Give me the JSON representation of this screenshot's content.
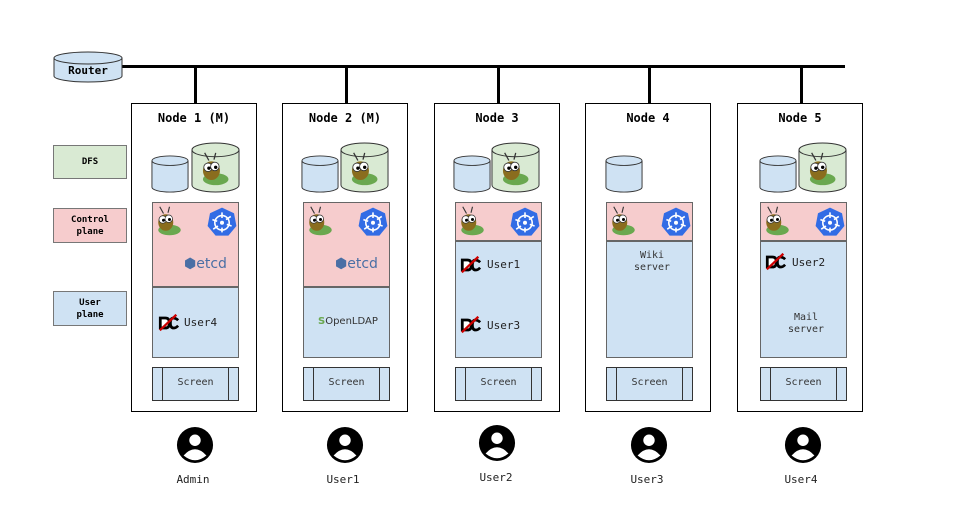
{
  "router": {
    "label": "Router"
  },
  "legend": {
    "dfs": "DFS",
    "control_plane": "Control plane",
    "user_plane": "User plane"
  },
  "screen_label": "Screen",
  "nodes": [
    {
      "title": "Node 1 (M)",
      "etcd": "etcd",
      "user_services": [
        "User4"
      ],
      "person": "Admin"
    },
    {
      "title": "Node 2 (M)",
      "etcd": "etcd",
      "openldap": "OpenLDAP",
      "person": "User1"
    },
    {
      "title": "Node 3",
      "user_services": [
        "User1",
        "User3"
      ],
      "person": "User2"
    },
    {
      "title": "Node 4",
      "wiki": "Wiki server",
      "person": "User3"
    },
    {
      "title": "Node 5",
      "user_services": [
        "User2"
      ],
      "mail": "Mail server",
      "person": "User4"
    }
  ],
  "colors": {
    "dfs": "#d9ead3",
    "control": "#f6cccd",
    "user": "#cfe2f3"
  },
  "icons": [
    "database-icon",
    "ant-gluster-icon",
    "kubernetes-icon",
    "etcd-icon",
    "openldap-icon",
    "dc-logo-icon",
    "user-avatar-icon"
  ]
}
